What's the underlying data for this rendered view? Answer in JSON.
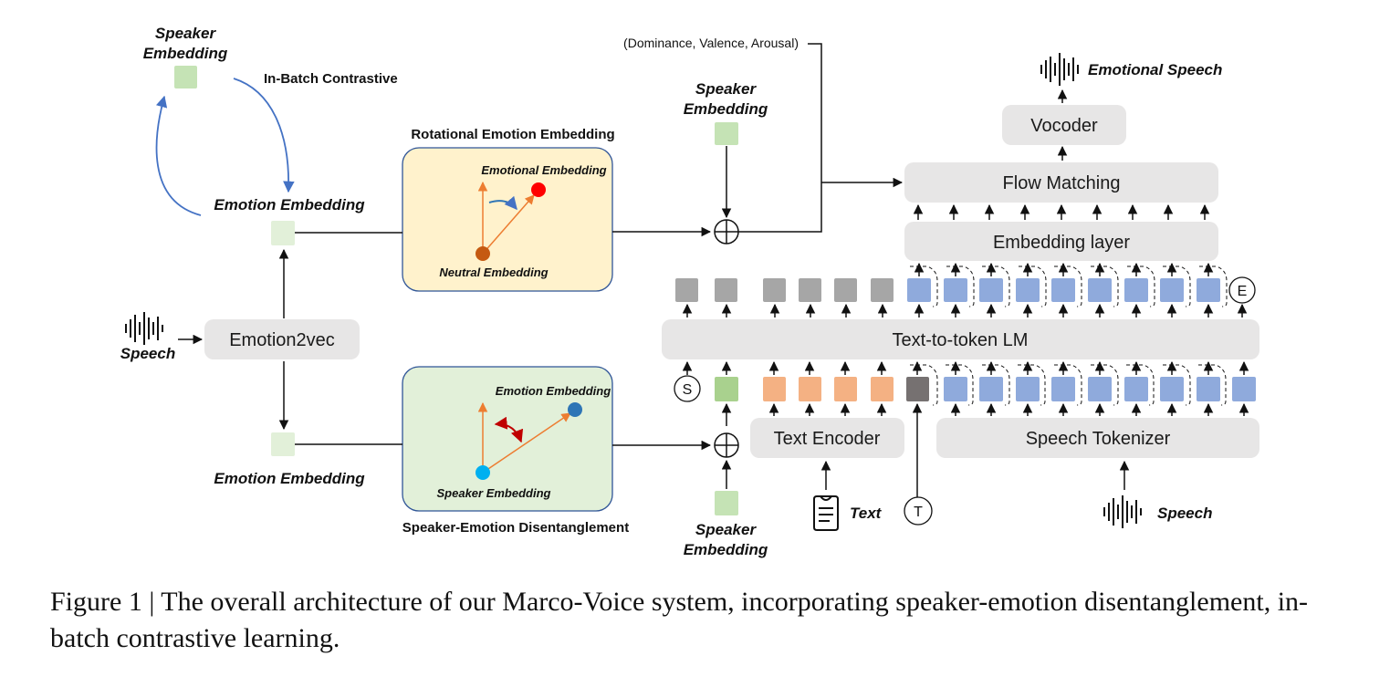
{
  "labels": {
    "speaker_embedding_line1": "Speaker",
    "speaker_embedding_line2": "Embedding",
    "in_batch_contrastive": "In-Batch Contrastive",
    "emotion_embedding": "Emotion Embedding",
    "rotational_title": "Rotational Emotion Embedding",
    "emotional_embedding": "Emotional Embedding",
    "neutral_embedding": "Neutral Embedding",
    "speech": "Speech",
    "emotion2vec": "Emotion2vec",
    "speaker_emotion_title": "Speaker-Emotion Disentanglement",
    "emotion_embedding_small": "Emotion Embedding",
    "speaker_embedding_small": "Speaker Embedding",
    "dva": "(Dominance, Valence, Arousal)",
    "emotional_speech": "Emotional Speech",
    "vocoder": "Vocoder",
    "flow_matching": "Flow Matching",
    "embedding_layer": "Embedding layer",
    "text_to_token_lm": "Text-to-token LM",
    "text_encoder": "Text Encoder",
    "speech_tokenizer": "Speech Tokenizer",
    "text": "Text",
    "token_s": "S",
    "token_e": "E",
    "token_t": "T"
  },
  "colors": {
    "speaker_green": "#c5e3b5",
    "emotion_green": "#e2f0d9",
    "rotational_bg": "#fff2cc",
    "disentangle_bg": "#e2f0d9",
    "box_gray": "#e7e6e6",
    "token_gray": "#a6a6a6",
    "token_dark": "#767171",
    "token_blue": "#8faadc",
    "token_orange": "#f4b183",
    "token_green": "#a9d18e",
    "orange_line": "#ed7d31",
    "curve_blue": "#4472c4",
    "dot_red": "#ff0000",
    "dot_brown": "#c55a11",
    "dot_blue": "#2e75b6",
    "dot_cyan": "#00b0f0"
  },
  "caption": "Figure 1 | The overall architecture of our Marco-Voice system, incorporating speaker-emotion disentanglement, in-batch contrastive learning."
}
